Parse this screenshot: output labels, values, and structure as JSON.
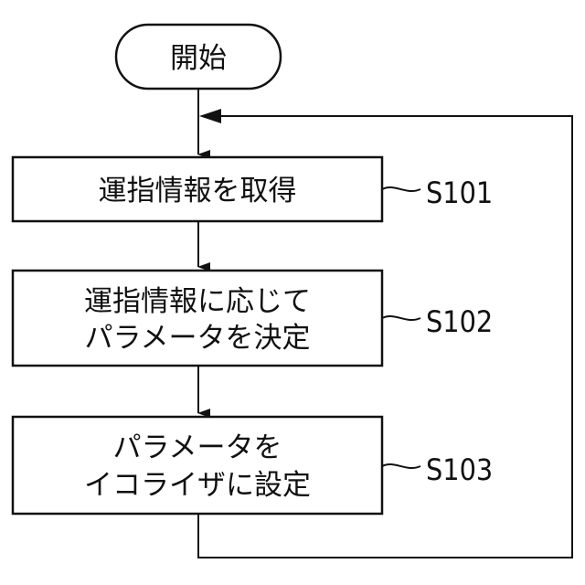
{
  "diagram": {
    "start": {
      "label": "開始"
    },
    "steps": [
      {
        "id": "S101",
        "lines": [
          "運指情報を取得"
        ]
      },
      {
        "id": "S102",
        "lines": [
          "運指情報に応じて",
          "パラメータを決定"
        ]
      },
      {
        "id": "S103",
        "lines": [
          "パラメータを",
          "イコライザに設定"
        ]
      }
    ]
  }
}
